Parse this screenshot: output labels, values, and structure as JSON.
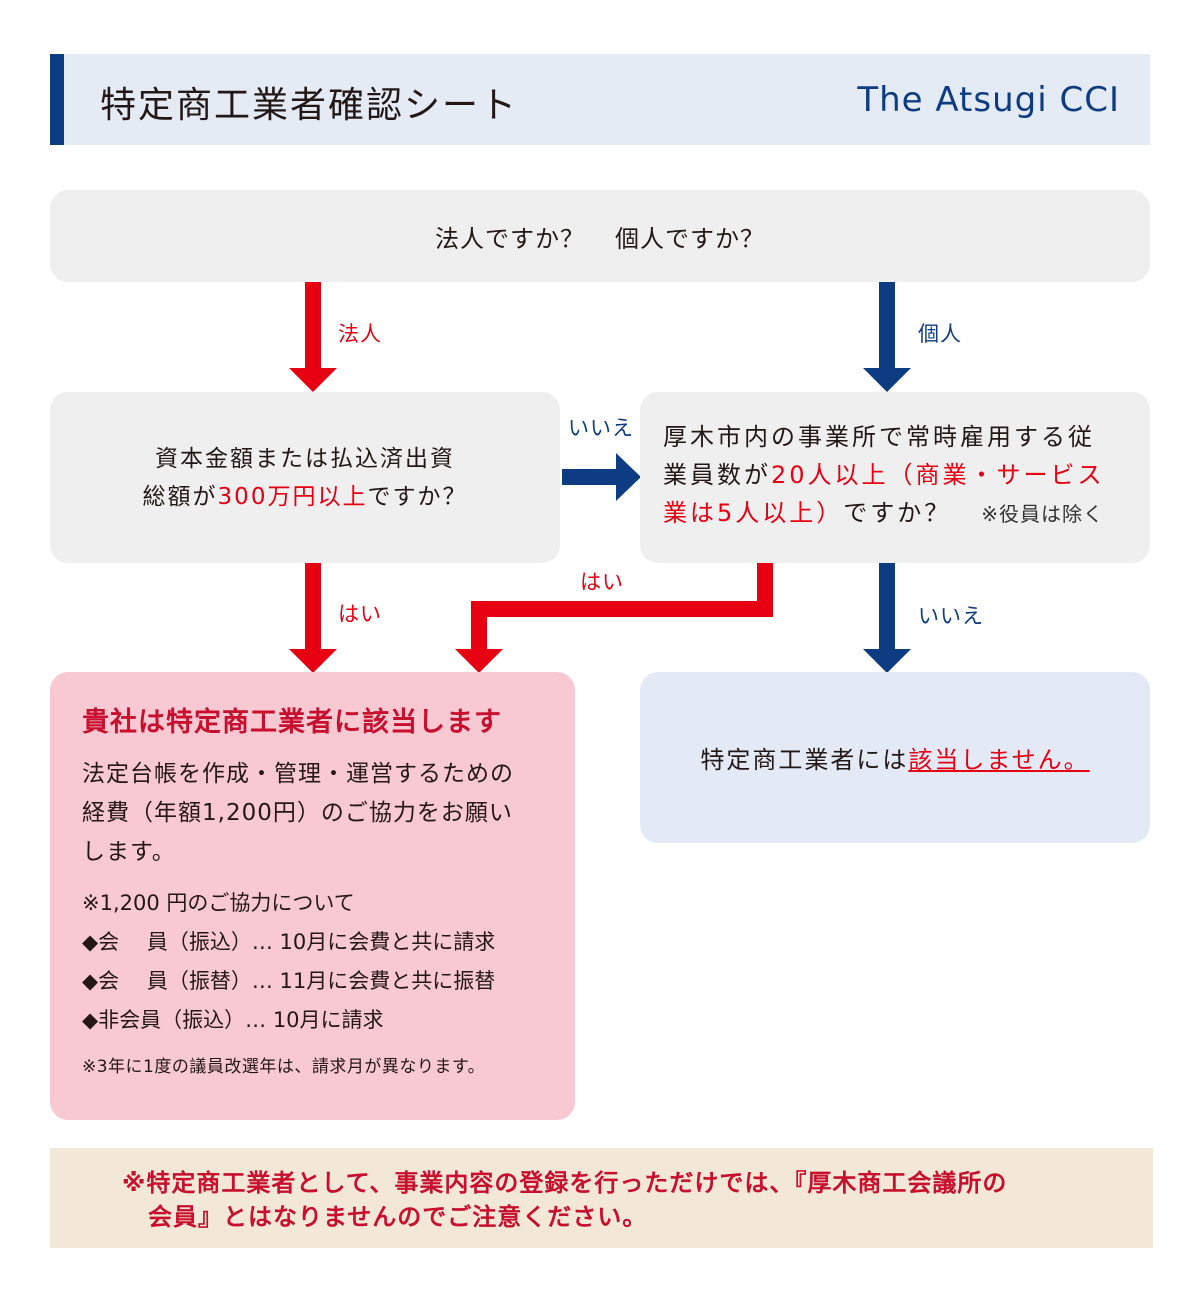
{
  "header": {
    "title": "特定商工業者確認シート",
    "brand": "The Atsugi CCI"
  },
  "q1": {
    "left": "法人ですか？",
    "right": "個人ですか？"
  },
  "labels": {
    "corp": "法人",
    "indiv": "個人",
    "no1": "いいえ",
    "yes1": "はい",
    "yes2": "はい",
    "no2": "いいえ"
  },
  "q2": {
    "line1": "資本金額または払込済出資",
    "line2_pre": "総額が",
    "line2_em": "300万円以上",
    "line2_post": "ですか？"
  },
  "q3": {
    "line1": "厚木市内の事業所で常時雇用する従",
    "line2_pre": "業員数が",
    "line2_em": "20人以上（商業・サービス",
    "line3_em": "業は5人以上）",
    "line3_post": "ですか？",
    "note": "※役員は除く"
  },
  "result_yes": {
    "heading": "貴社は特定商工業者に該当します",
    "body1": "法定台帳を作成・管理・運営するための",
    "body2": "経費（年額1,200円）のご協力をお願い",
    "body3": "します。",
    "sub_title": "※1,200 円のご協力について",
    "items": [
      "◆会　 員（振込）… 10月に会費と共に請求",
      "◆会　 員（振替）… 11月に会費と共に振替",
      "◆非会員（振込）… 10月に請求"
    ],
    "small": "※3年に1度の議員改選年は、請求月が異なります。"
  },
  "result_no": {
    "pre": "特定商工業者には",
    "em": "該当しません。"
  },
  "footer": {
    "line1": "※特定商工業者として、事業内容の登録を行っただけでは、『厚木商工会議所の",
    "line2": "会員』とはなりませんのでご注意ください。"
  },
  "colors": {
    "red": "#e60012",
    "navy": "#0e3c82",
    "gray": "#efefef",
    "pink": "#f8c9d3",
    "lightblue": "#e3eaf5",
    "beige": "#f3e8d8"
  }
}
